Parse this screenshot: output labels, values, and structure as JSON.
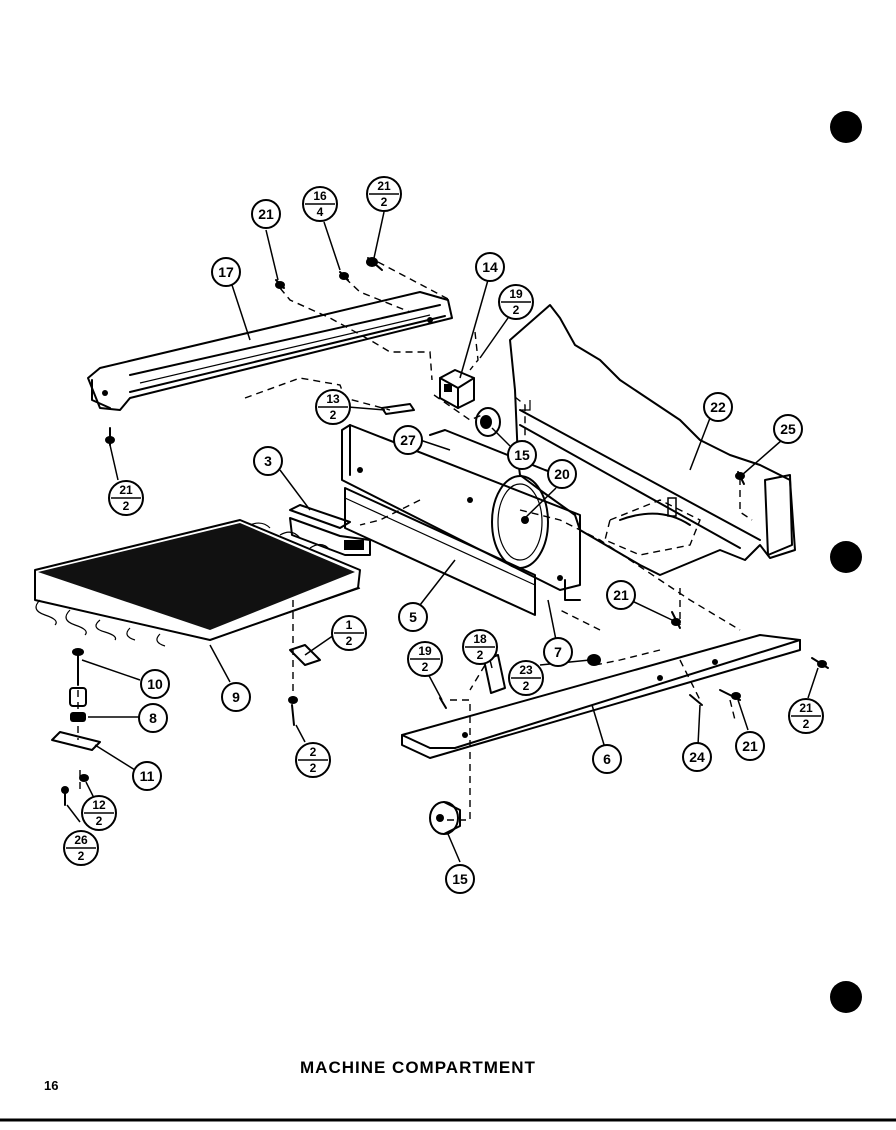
{
  "caption": "MACHINE COMPARTMENT",
  "page_number": "16",
  "callouts": [
    {
      "key": "c21a",
      "num": "21",
      "den": ""
    },
    {
      "key": "c16_4",
      "num": "16",
      "den": "4"
    },
    {
      "key": "c21_2a",
      "num": "21",
      "den": "2"
    },
    {
      "key": "c17",
      "num": "17",
      "den": ""
    },
    {
      "key": "c14",
      "num": "14",
      "den": ""
    },
    {
      "key": "c19_2a",
      "num": "19",
      "den": "2"
    },
    {
      "key": "c13_2",
      "num": "13",
      "den": "2"
    },
    {
      "key": "c27",
      "num": "27",
      "den": ""
    },
    {
      "key": "c15a",
      "num": "15",
      "den": ""
    },
    {
      "key": "c22",
      "num": "22",
      "den": ""
    },
    {
      "key": "c25",
      "num": "25",
      "den": ""
    },
    {
      "key": "c21_2b",
      "num": "21",
      "den": "2"
    },
    {
      "key": "c3",
      "num": "3",
      "den": ""
    },
    {
      "key": "c20",
      "num": "20",
      "den": ""
    },
    {
      "key": "c5",
      "num": "5",
      "den": ""
    },
    {
      "key": "c21b",
      "num": "21",
      "den": ""
    },
    {
      "key": "c1_2",
      "num": "1",
      "den": "2"
    },
    {
      "key": "c7",
      "num": "7",
      "den": ""
    },
    {
      "key": "c19_2b",
      "num": "19",
      "den": "2"
    },
    {
      "key": "c18_2",
      "num": "18",
      "den": "2"
    },
    {
      "key": "c23_2",
      "num": "23",
      "den": "2"
    },
    {
      "key": "c10",
      "num": "10",
      "den": ""
    },
    {
      "key": "c9",
      "num": "9",
      "den": ""
    },
    {
      "key": "c8",
      "num": "8",
      "den": ""
    },
    {
      "key": "c11",
      "num": "11",
      "den": ""
    },
    {
      "key": "c2_2",
      "num": "2",
      "den": "2"
    },
    {
      "key": "c12_2",
      "num": "12",
      "den": "2"
    },
    {
      "key": "c26_2",
      "num": "26",
      "den": "2"
    },
    {
      "key": "c6",
      "num": "6",
      "den": ""
    },
    {
      "key": "c24",
      "num": "24",
      "den": ""
    },
    {
      "key": "c21c",
      "num": "21",
      "den": ""
    },
    {
      "key": "c21_2c",
      "num": "21",
      "den": "2"
    },
    {
      "key": "c15b",
      "num": "15",
      "den": ""
    }
  ]
}
